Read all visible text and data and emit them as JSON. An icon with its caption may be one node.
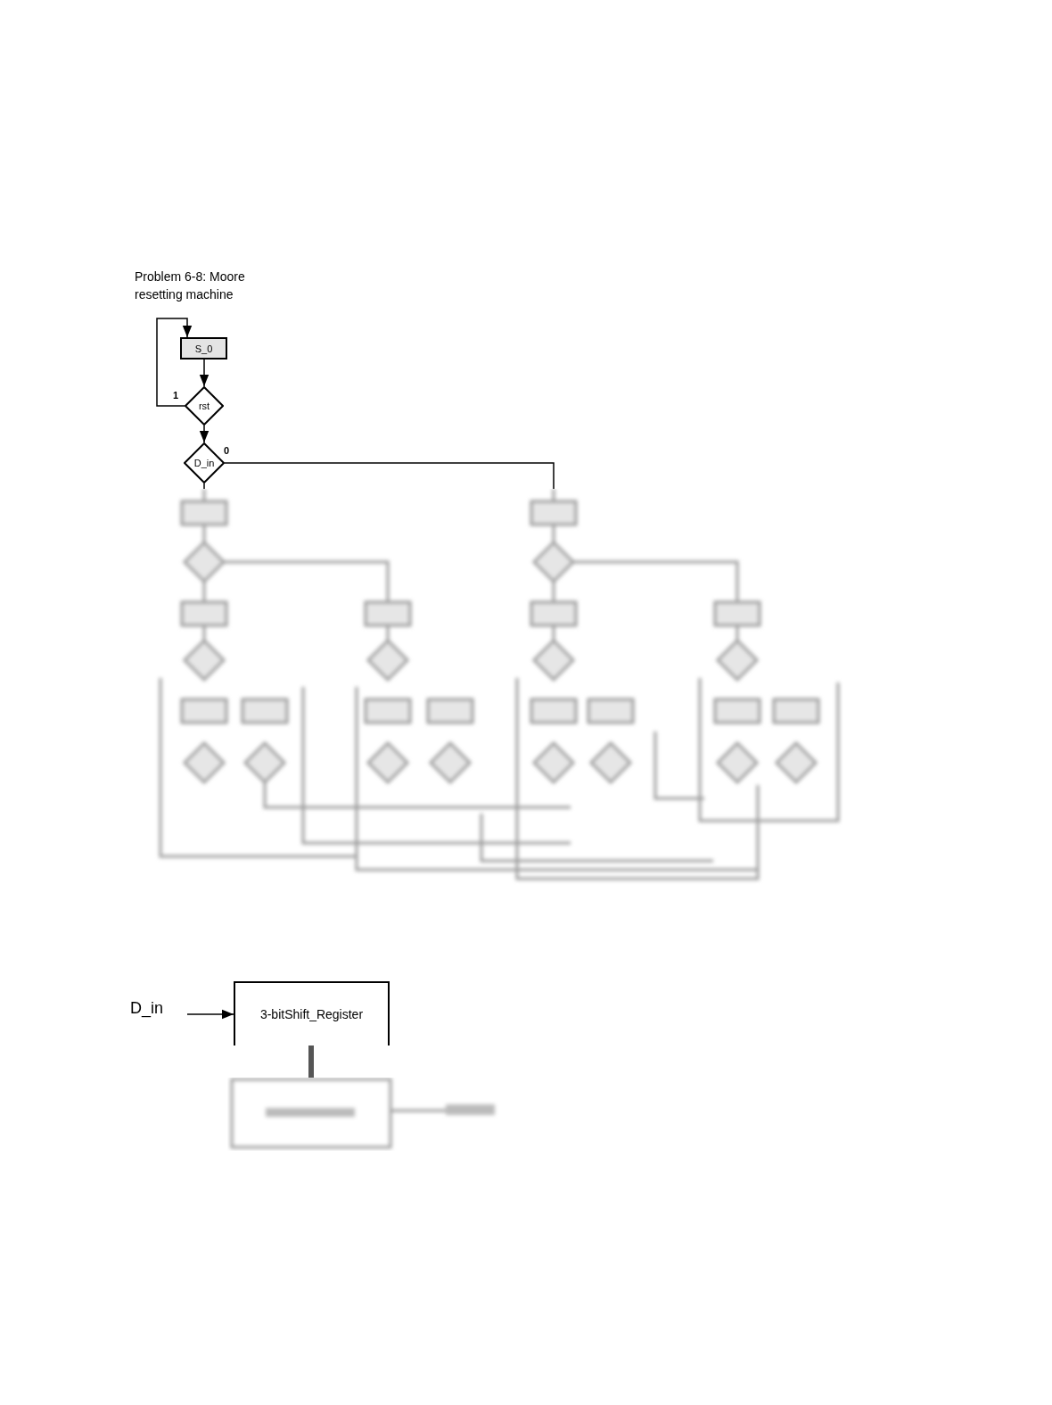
{
  "diagram": {
    "title": "Problem 6-8: Moore resetting machine",
    "nodes": [
      {
        "text": [
          "S_0"
        ]
      },
      {
        "text": [
          "rst"
        ]
      },
      {
        "text": [
          "D_in"
        ]
      },
      {
        "text": [],
        "shape": "picture"
      },
      {
        "text": [
          "D_in"
        ]
      },
      {
        "text": [
          "3-bitShift_Register"
        ]
      },
      {
        "text": [],
        "shape": "picture"
      }
    ],
    "edges": [
      {
        "from": 0,
        "to": 1,
        "arrow": "to"
      },
      {
        "from": 1,
        "to": 0,
        "arrow": "to",
        "label": "1"
      },
      {
        "from": 1,
        "to": 2,
        "arrow": "to"
      },
      {
        "from": 2,
        "to": 3,
        "arrow": "none",
        "label": "0"
      },
      {
        "from": 2,
        "to": 3,
        "arrow": "none"
      },
      {
        "from": 4,
        "to": 5,
        "arrow": "to"
      },
      {
        "from": 5,
        "to": 6,
        "arrow": "none",
        "style": "thick"
      }
    ]
  }
}
